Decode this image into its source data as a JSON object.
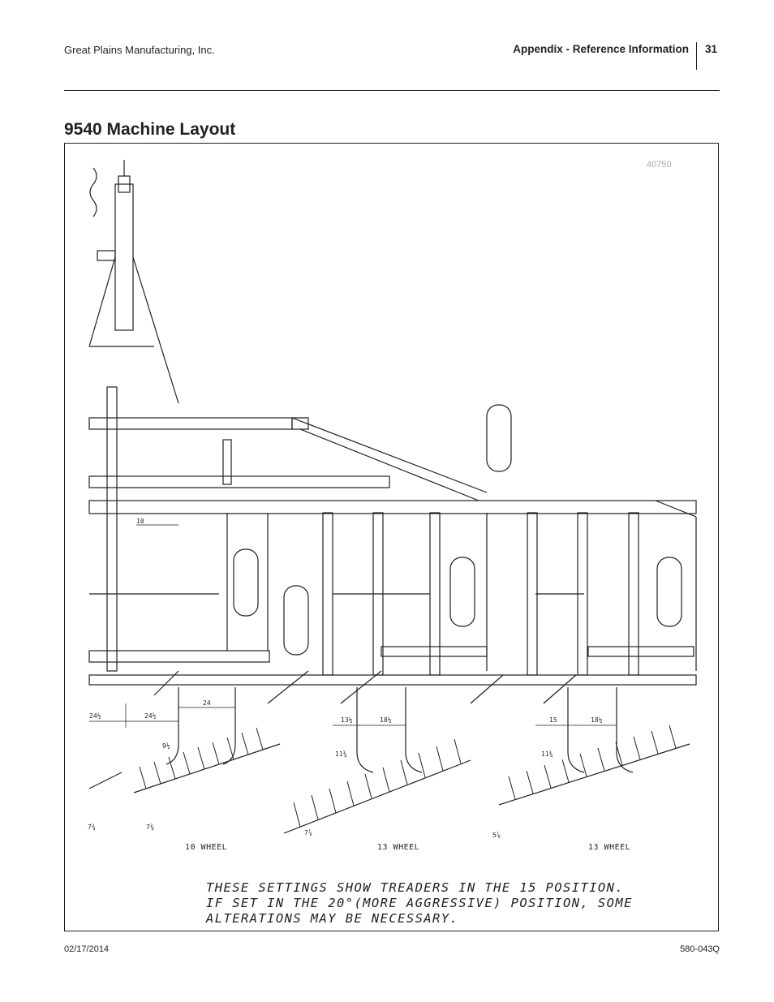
{
  "header": {
    "company": "Great Plains Manufacturing, Inc.",
    "section": "Appendix - Reference Information",
    "page_number": "31"
  },
  "page_title": "9540 Machine Layout",
  "figure": {
    "id": "40750",
    "wheel_labels": [
      "10 WHEEL",
      "13 WHEEL",
      "13 WHEEL"
    ],
    "note_lines": [
      "THESE SETTINGS SHOW TREADERS IN THE 15 POSITION.",
      "IF SET IN THE 20°(MORE AGGRESSIVE) POSITION, SOME",
      "ALTERATIONS MAY BE NECESSARY."
    ]
  },
  "footer": {
    "date": "02/17/2014",
    "doc_number": "580-043Q"
  }
}
